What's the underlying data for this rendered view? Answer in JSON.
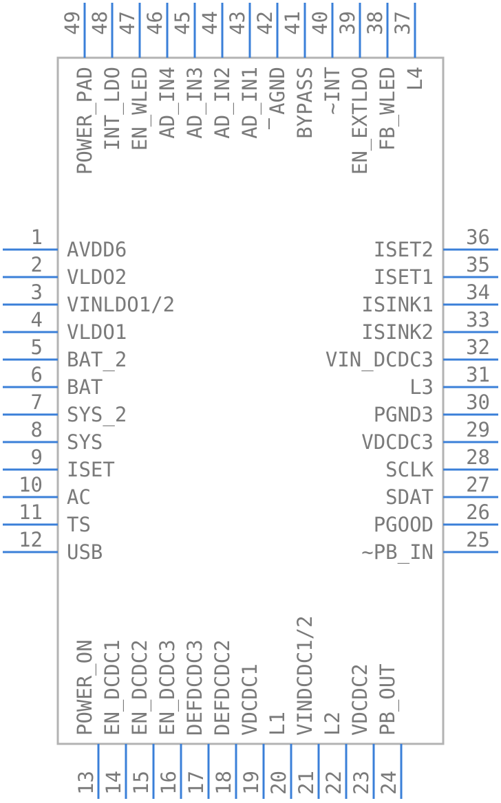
{
  "left_pins": [
    {
      "num": "1",
      "name": "AVDD6"
    },
    {
      "num": "2",
      "name": "VLDO2"
    },
    {
      "num": "3",
      "name": "VINLDO1/2"
    },
    {
      "num": "4",
      "name": "VLDO1"
    },
    {
      "num": "5",
      "name": "BAT_2"
    },
    {
      "num": "6",
      "name": "BAT"
    },
    {
      "num": "7",
      "name": "SYS_2"
    },
    {
      "num": "8",
      "name": "SYS"
    },
    {
      "num": "9",
      "name": "ISET"
    },
    {
      "num": "10",
      "name": "AC"
    },
    {
      "num": "11",
      "name": "TS"
    },
    {
      "num": "12",
      "name": "USB"
    }
  ],
  "bottom_pins": [
    {
      "num": "13",
      "name": "POWER_ON"
    },
    {
      "num": "14",
      "name": "EN_DCDC1"
    },
    {
      "num": "15",
      "name": "EN_DCDC2"
    },
    {
      "num": "16",
      "name": "EN_DCDC3"
    },
    {
      "num": "17",
      "name": "DEFDCDC3"
    },
    {
      "num": "18",
      "name": "DEFDCDC2"
    },
    {
      "num": "19",
      "name": "VDCDC1"
    },
    {
      "num": "20",
      "name": "L1"
    },
    {
      "num": "21",
      "name": "VINDCDC1/2"
    },
    {
      "num": "22",
      "name": "L2"
    },
    {
      "num": "23",
      "name": "VDCDC2"
    },
    {
      "num": "24",
      "name": "PB_OUT"
    }
  ],
  "right_pins": [
    {
      "num": "36",
      "name": "ISET2"
    },
    {
      "num": "35",
      "name": "ISET1"
    },
    {
      "num": "34",
      "name": "ISINK1"
    },
    {
      "num": "33",
      "name": "ISINK2"
    },
    {
      "num": "32",
      "name": "VIN_DCDC3"
    },
    {
      "num": "31",
      "name": "L3"
    },
    {
      "num": "30",
      "name": "PGND3"
    },
    {
      "num": "29",
      "name": "VDCDC3"
    },
    {
      "num": "28",
      "name": "SCLK"
    },
    {
      "num": "27",
      "name": "SDAT"
    },
    {
      "num": "26",
      "name": "PGOOD"
    },
    {
      "num": "25",
      "name": "~PB_IN"
    }
  ],
  "top_pins": [
    {
      "num": "49",
      "name": "POWER_PAD"
    },
    {
      "num": "48",
      "name": "INT_LDO"
    },
    {
      "num": "47",
      "name": "EN_WLED"
    },
    {
      "num": "46",
      "name": "AD_IN4"
    },
    {
      "num": "45",
      "name": "AD_IN3"
    },
    {
      "num": "44",
      "name": "AD_IN2"
    },
    {
      "num": "43",
      "name": "AD_IN1"
    },
    {
      "num": "42",
      "name": "AGND"
    },
    {
      "num": "41",
      "name": "BYPASS"
    },
    {
      "num": "40",
      "name": "~INT"
    },
    {
      "num": "39",
      "name": "EN_EXTLDO"
    },
    {
      "num": "38",
      "name": "FB_WLED"
    },
    {
      "num": "37",
      "name": "L4"
    }
  ],
  "colors": {
    "pin": "#3a7fd8",
    "body_outline": "#b3b3b3",
    "text": "#7a7a7a"
  }
}
